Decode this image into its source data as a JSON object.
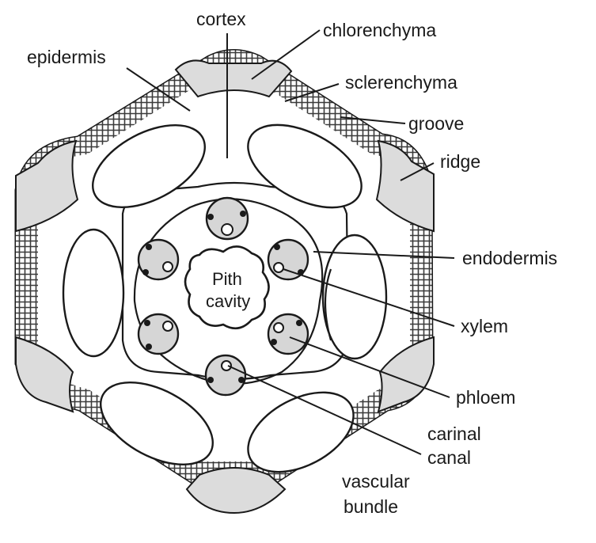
{
  "labels": {
    "cortex": "cortex",
    "chlorenchyma": "chlorenchyma",
    "epidermis": "epidermis",
    "sclerenchyma": "sclerenchyma",
    "groove": "groove",
    "ridge": "ridge",
    "endodermis": "endodermis",
    "xylem": "xylem",
    "phloem": "phloem",
    "carinal_line1": "carinal",
    "carinal_line2": "canal",
    "vascular_line1": "vascular",
    "vascular_line2": "bundle",
    "pith_line1": "Pith",
    "pith_line2": "cavity"
  },
  "colors": {
    "ink": "#1a1a1a",
    "cortex_fill": "#e9e9e9",
    "chlorenchyma_fill": "#dcdcdc",
    "hatch_fill": "#9a9a9a",
    "background": "#ffffff"
  }
}
